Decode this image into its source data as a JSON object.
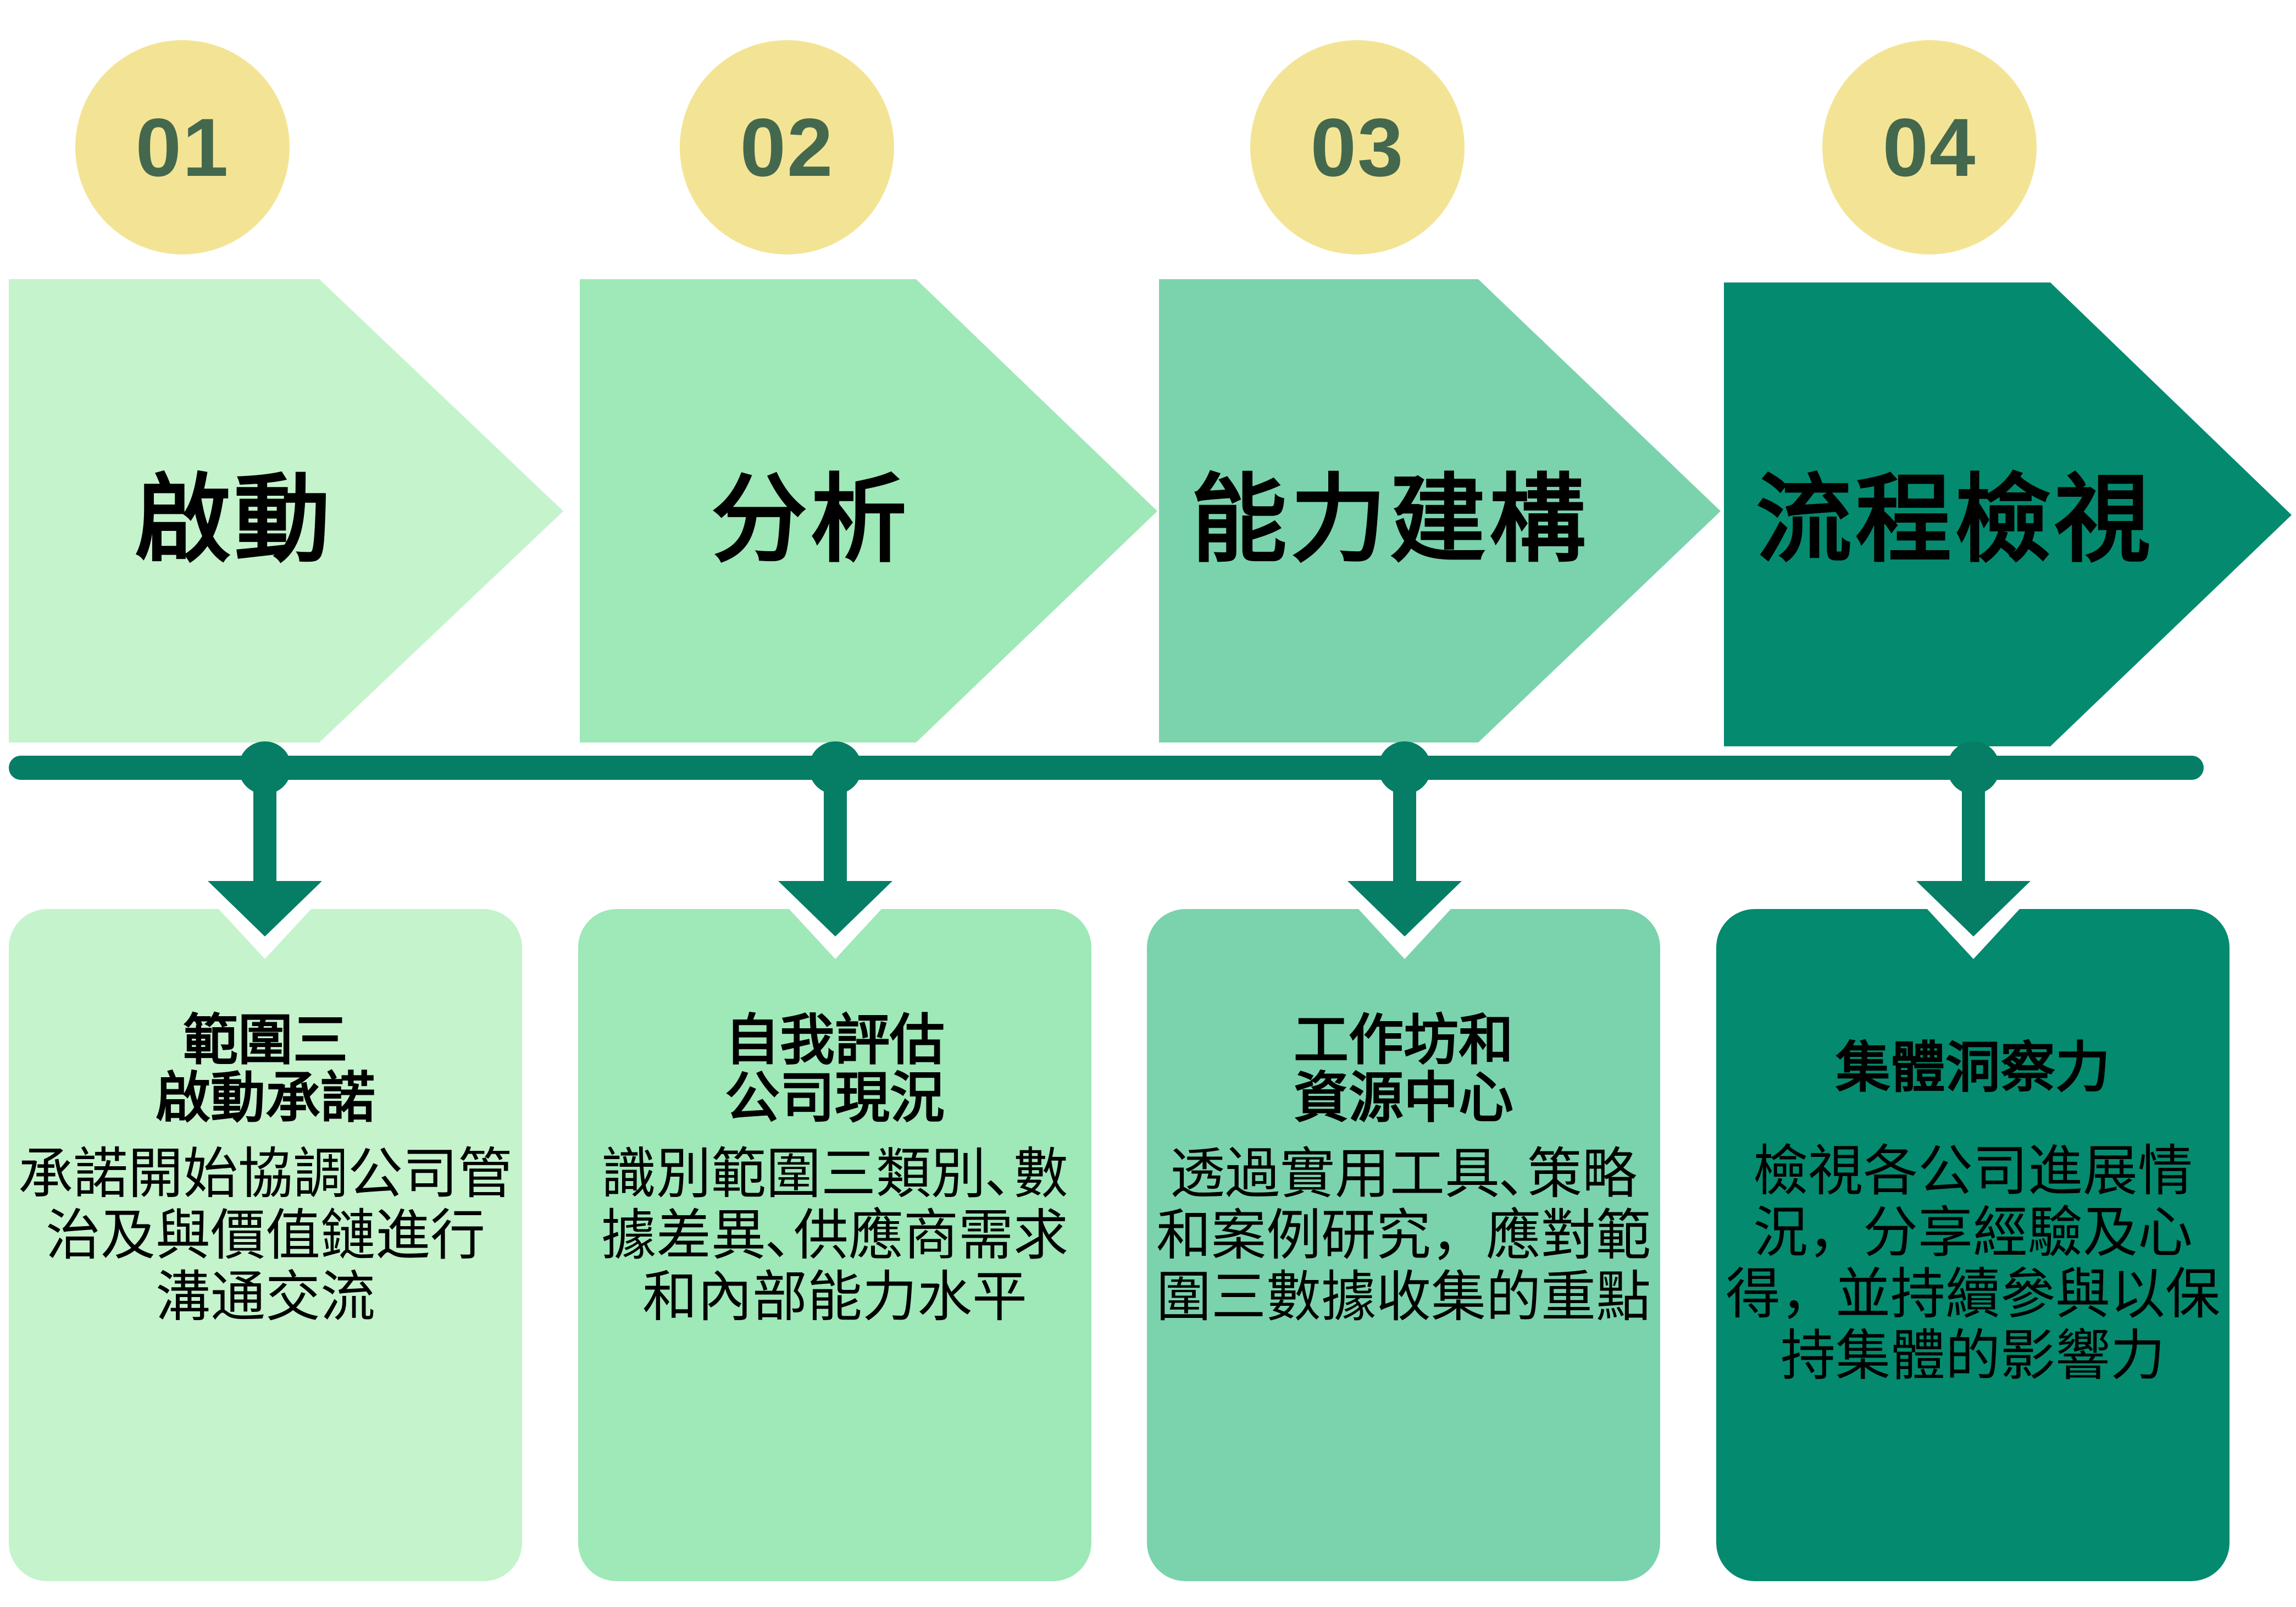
{
  "colors": {
    "step_fills": [
      "#c4f3cc",
      "#9fe8b8",
      "#7bd3ad",
      "#048a6f"
    ],
    "circle_fill": "#f3e495",
    "number_color": "#44684d",
    "timeline": "#067e66",
    "text": "#000000",
    "background": "#ffffff"
  },
  "steps": [
    {
      "number": "01",
      "title": "啟動",
      "heading_lines": [
        "範圍三",
        "啟動承諾"
      ],
      "body_lines": [
        "承諾開始協調公司管",
        "治及與價值鏈進行",
        "溝通交流"
      ]
    },
    {
      "number": "02",
      "title": "分析",
      "heading_lines": [
        "自我評估",
        "公司現況"
      ],
      "body_lines": [
        "識別範圍三類別､數",
        "據差異､供應商需求",
        "和內部能力水平"
      ]
    },
    {
      "number": "03",
      "title": "能力建構",
      "heading_lines": [
        "工作坊和",
        "資源中心"
      ],
      "body_lines": [
        "透過實用工具､策略",
        "和案例研究，應對範",
        "圍三數據收集的重點"
      ]
    },
    {
      "number": "04",
      "title": "流程檢視",
      "heading_lines": [
        "集體洞察力"
      ],
      "body_lines": [
        "檢視各公司進展情",
        "況，分享經驗及心",
        "得，並持續參與以保",
        "持集體的影響力"
      ]
    }
  ]
}
